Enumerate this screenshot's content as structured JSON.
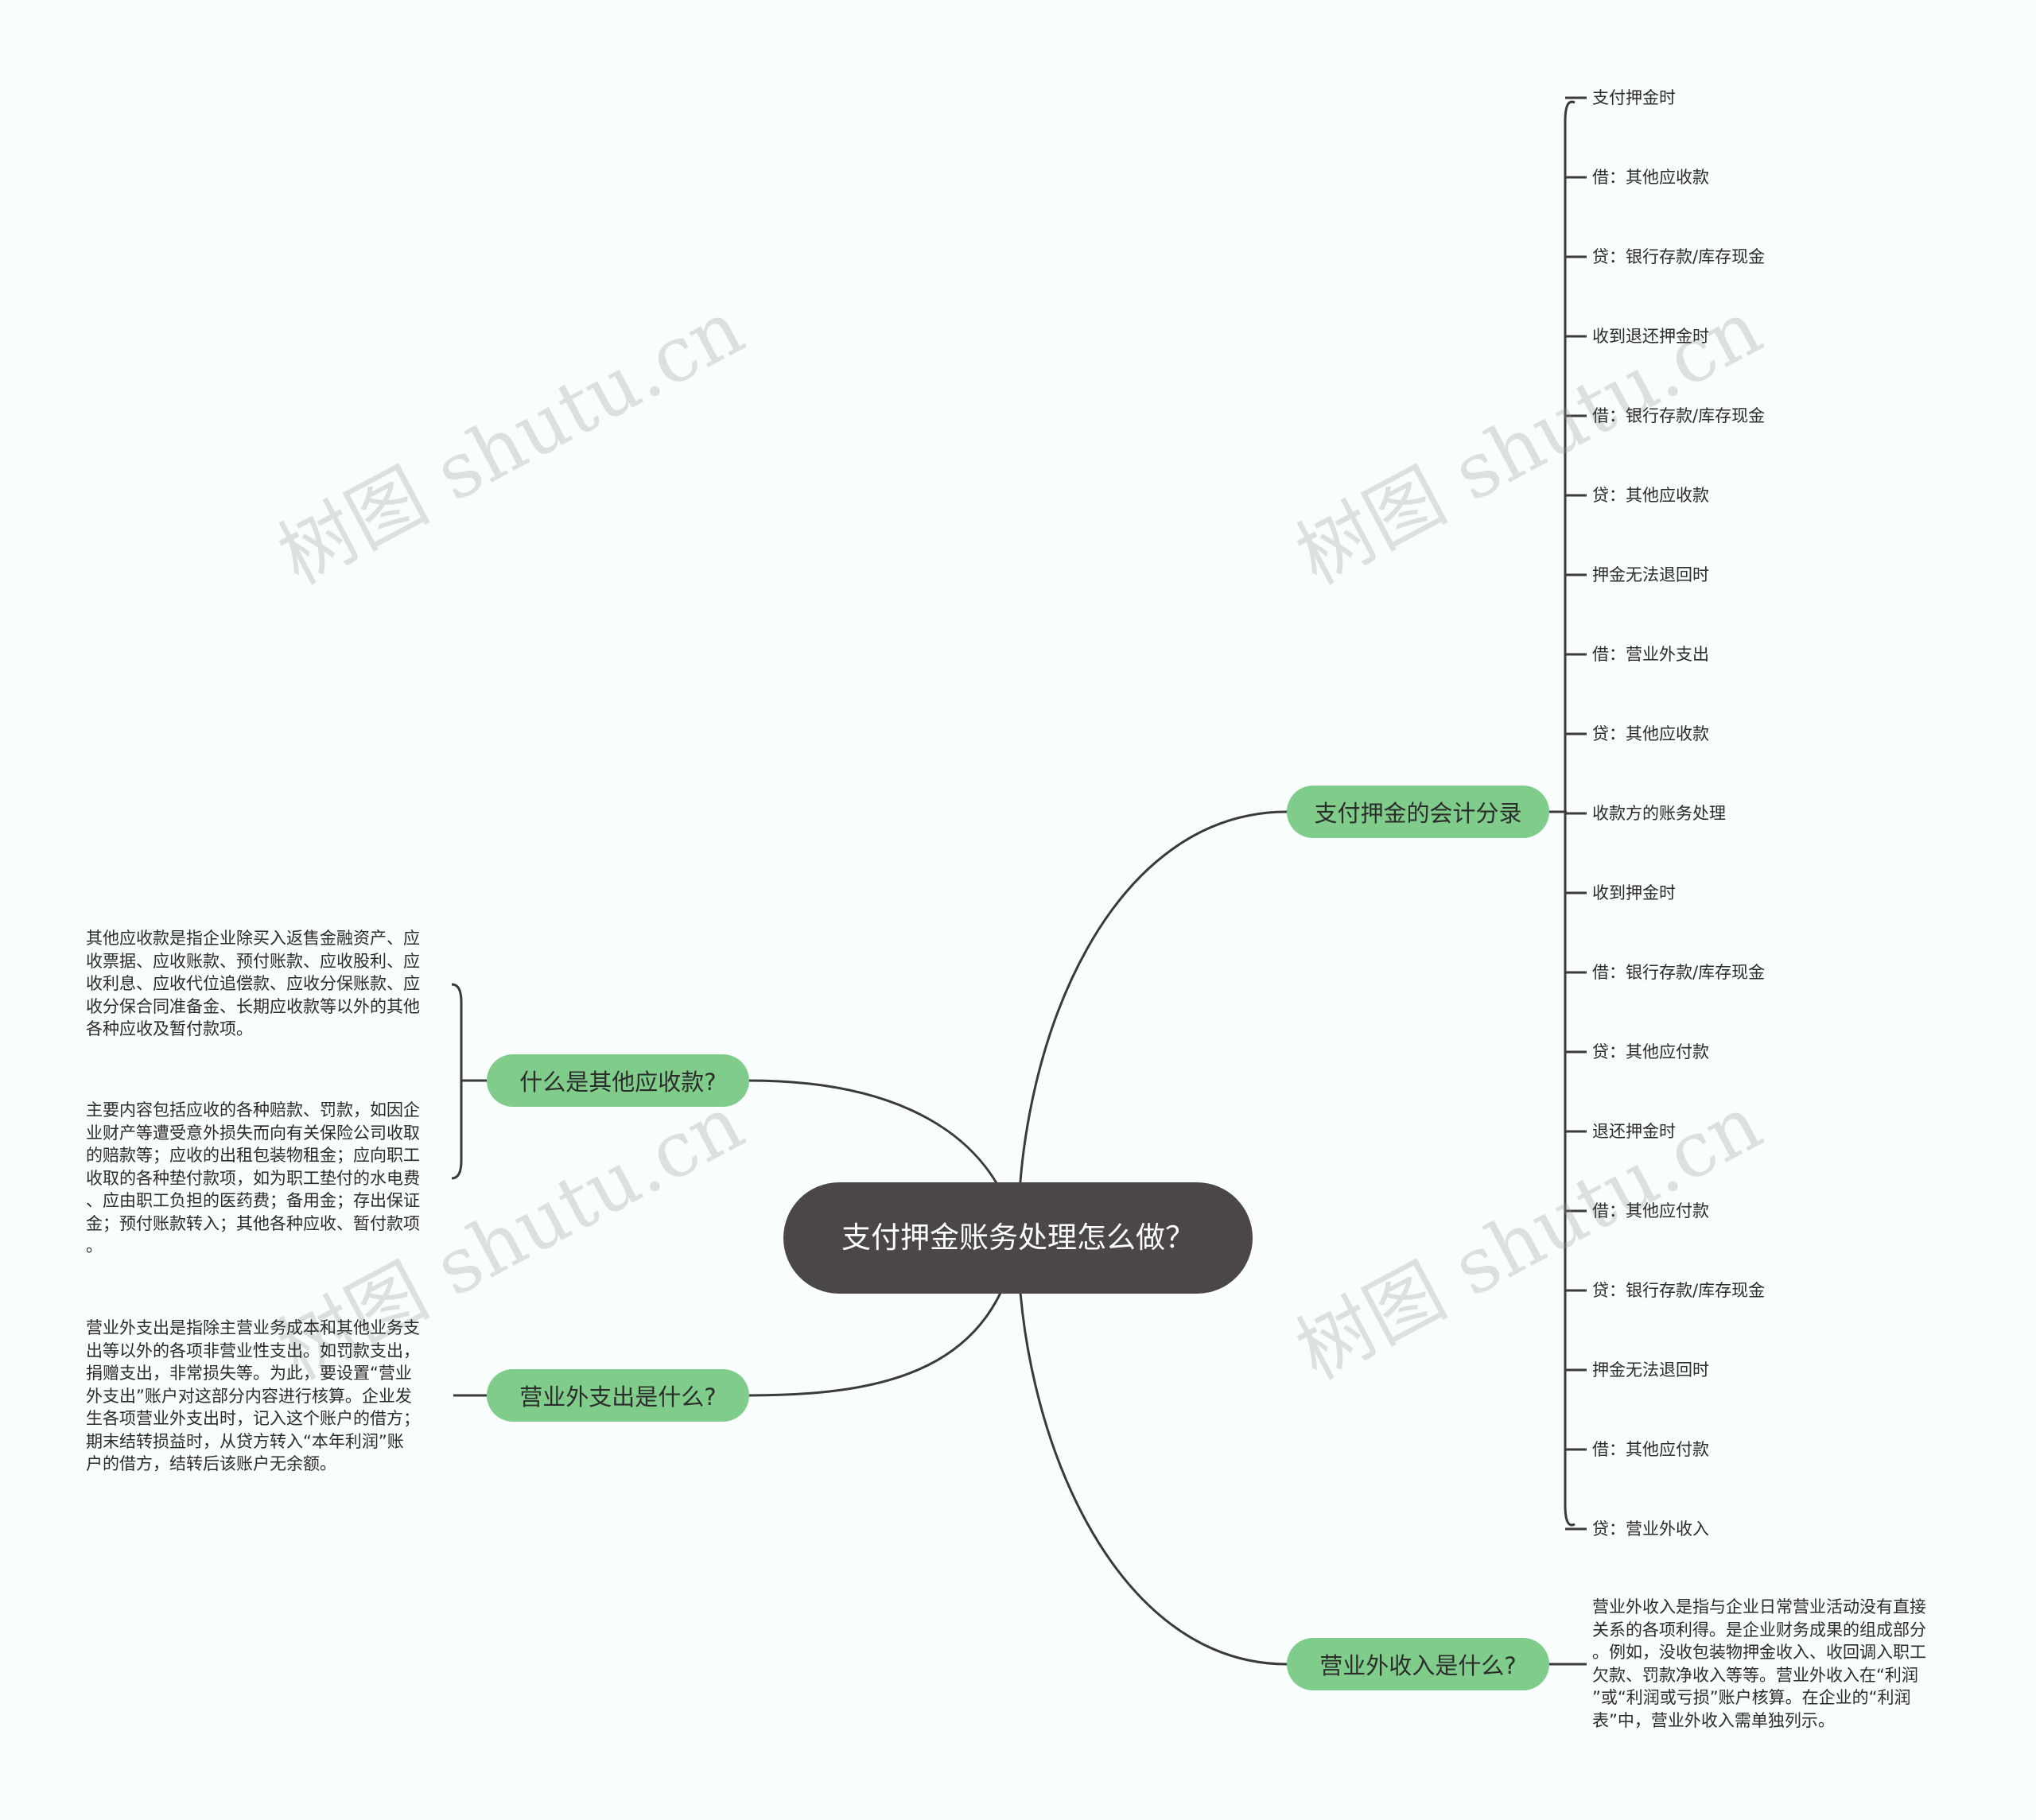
{
  "root": {
    "title": "支付押金账务处理怎么做？"
  },
  "branches": {
    "entries": {
      "label": "支付押金的会计分录"
    },
    "other_receivables": {
      "label": "什么是其他应收款?"
    },
    "non_op_expense": {
      "label": "营业外支出是什么?"
    },
    "non_op_income": {
      "label": "营业外收入是什么?"
    }
  },
  "entry_items": [
    "支付押金时",
    "借：其他应收款",
    "贷：银行存款/库存现金",
    "收到退还押金时",
    "借：银行存款/库存现金",
    "贷：其他应收款",
    "押金无法退回时",
    "借：营业外支出",
    "贷：其他应收款",
    "收款方的账务处理",
    "收到押金时",
    "借：银行存款/库存现金",
    "贷：其他应付款",
    "退还押金时",
    "借：其他应付款",
    "贷：银行存款/库存现金",
    "押金无法退回时",
    "借：其他应付款",
    "贷：营业外收入"
  ],
  "notes": {
    "other_receivables_1": "其他应收款是指企业除买入返售金融资产、应\n收票据、应收账款、预付账款、应收股利、应\n收利息、应收代位追偿款、应收分保账款、应\n收分保合同准备金、长期应收款等以外的其他\n各种应收及暂付款项。",
    "other_receivables_2": "主要内容包括应收的各种赔款、罚款，如因企\n业财产等遭受意外损失而向有关保险公司收取\n的赔款等；应收的出租包装物租金；应向职工\n收取的各种垫付款项，如为职工垫付的水电费\n、应由职工负担的医药费；备用金；存出保证\n金；预付账款转入；其他各种应收、暂付款项\n。",
    "non_op_expense": "营业外支出是指除主营业务成本和其他业务支\n出等以外的各项非营业性支出。如罚款支出，\n捐赠支出，非常损失等。为此，要设置“营业\n外支出”账户对这部分内容进行核算。企业发\n生各项营业外支出时，记入这个账户的借方；\n期末结转损益时，从贷方转入“本年利润”账\n户的借方，结转后该账户无余额。",
    "non_op_income": "营业外收入是指与企业日常营业活动没有直接\n关系的各项利得。是企业财务成果的组成部分\n。例如，没收包装物押金收入、收回调入职工\n欠款、罚款净收入等等。营业外收入在“利润\n”或“利润或亏损”账户核算。在企业的“利润\n表”中，营业外收入需单独列示。"
  },
  "watermark": "树图 shutu.cn",
  "colors": {
    "background": "#f9fdfd",
    "root_fill": "#4a4746",
    "branch_fill": "#80cc8b",
    "line": "#3a3a3a"
  }
}
